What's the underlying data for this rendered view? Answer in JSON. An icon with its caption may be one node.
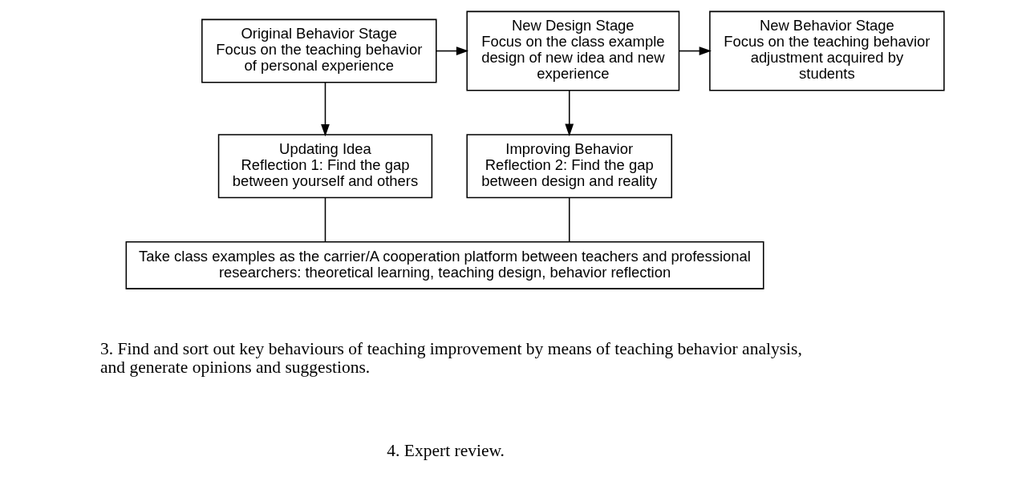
{
  "diagram": {
    "nodes": [
      {
        "text": [
          "Original Behavior Stage",
          "Focus on the teaching behavior of personal experience"
        ]
      },
      {
        "text": [
          "New Design Stage",
          "Focus on the class example design of new idea and new experience"
        ]
      },
      {
        "text": [
          "New Behavior Stage",
          "Focus on the teaching behavior adjustment acquired by students"
        ]
      },
      {
        "text": [
          "Updating Idea",
          "Reflection 1: Find the gap between yourself and others"
        ]
      },
      {
        "text": [
          "Improving Behavior",
          "Reflection 2: Find the gap between design and reality"
        ]
      },
      {
        "text": [
          "Take class examples as the carrier/A cooperation platform between teachers and professional researchers: theoretical learning, teaching design, behavior reflection"
        ]
      }
    ],
    "edges": [
      {
        "from": 0,
        "to": 1,
        "arrow": "to"
      },
      {
        "from": 0,
        "to": 3,
        "arrow": "to"
      },
      {
        "from": 1,
        "to": 2,
        "arrow": "to"
      },
      {
        "from": 1,
        "to": 4,
        "arrow": "to"
      },
      {
        "from": 3,
        "to": 5,
        "arrow": "none"
      },
      {
        "from": 4,
        "to": 5,
        "arrow": "none"
      }
    ],
    "labels": [
      "3. Find and sort out key behaviours of teaching improvement by means of teaching behavior analysis, and generate opinions and suggestions.",
      "4. Expert review."
    ]
  }
}
